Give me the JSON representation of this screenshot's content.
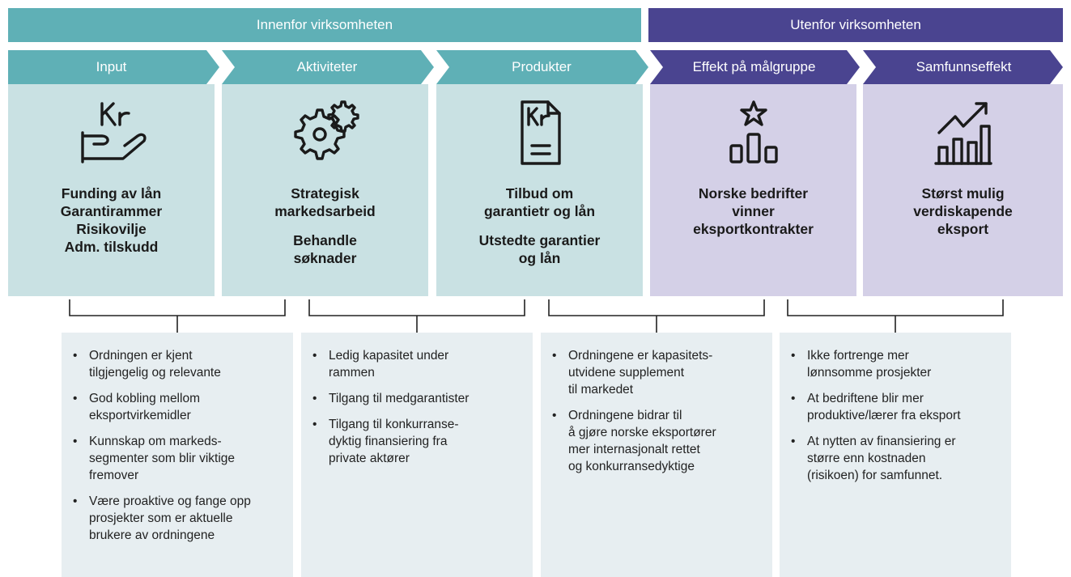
{
  "bands": {
    "inside": "Innenfor virksomheten",
    "outside": "Utenfor virksomheten"
  },
  "colors": {
    "teal": "#5fb0b6",
    "purple": "#4a4490",
    "teal_light": "#c9e1e3",
    "purple_light": "#d4d0e7",
    "box_bg": "#e7eef1"
  },
  "stages": [
    {
      "label": "Input",
      "icon": "hand-money-icon",
      "lines": [
        "Funding av lån\nGarantirammer\nRisikovilje\nAdm. tilskudd"
      ]
    },
    {
      "label": "Aktiviteter",
      "icon": "gears-icon",
      "lines": [
        "Strategisk\nmarkedsarbeid",
        "Behandle\nsøknader"
      ]
    },
    {
      "label": "Produkter",
      "icon": "document-money-icon",
      "lines": [
        "Tilbud om\ngarantietr og lån",
        "Utstedte garantier\nog lån"
      ]
    },
    {
      "label": "Effekt på målgruppe",
      "icon": "bar-star-icon",
      "lines": [
        "Norske bedrifter\nvinner\neksportkontrakter"
      ]
    },
    {
      "label": "Samfunnseffekt",
      "icon": "growth-chart-icon",
      "lines": [
        "Størst mulig\nverdiskapende\neksport"
      ]
    }
  ],
  "bullet": "•",
  "boxes": [
    {
      "items": [
        "Ordningen er kjent\ntilgjengelig og relevante",
        "God kobling mellom\neksportvirkemidler",
        "Kunnskap om markeds-\nsegmenter som blir viktige\nfremover",
        "Være proaktive og fange opp\nprosjekter som er aktuelle\nbrukere av ordningene"
      ]
    },
    {
      "items": [
        "Ledig kapasitet under\nrammen",
        "Tilgang til medgarantister",
        "Tilgang til konkurranse-\ndyktig finansiering fra\nprivate aktører"
      ]
    },
    {
      "items": [
        "Ordningene er kapasitets-\nutvidene supplement\ntil markedet",
        "Ordningene bidrar til\nå gjøre norske eksportører\nmer internasjonalt rettet\nog konkurransedyktige"
      ]
    },
    {
      "items": [
        "Ikke fortrenge mer\nlønnsomme prosjekter",
        "At bedriftene blir mer\nproduktive/lærer fra eksport",
        "At nytten av finansiering er\nstørre enn kostnaden\n(risikoen) for samfunnet."
      ]
    }
  ]
}
